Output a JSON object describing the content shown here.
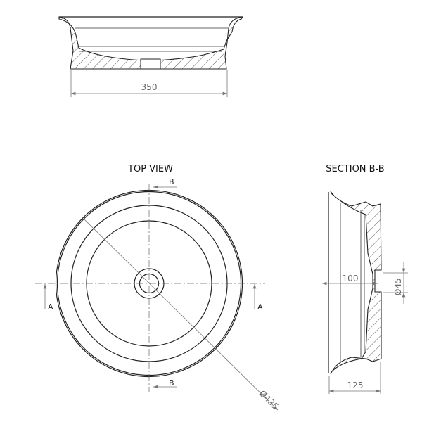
{
  "elevation": {
    "width_dim": "350"
  },
  "top_view": {
    "title": "TOP VIEW",
    "section_b_top": "B",
    "section_b_bottom": "B",
    "section_a_left": "A",
    "section_a_right": "A",
    "diameter_dim": "Ø435"
  },
  "section_bb": {
    "title": "SECTION B-B",
    "depth_dim": "100",
    "drain_dim": "Ø45",
    "height_dim": "125"
  }
}
